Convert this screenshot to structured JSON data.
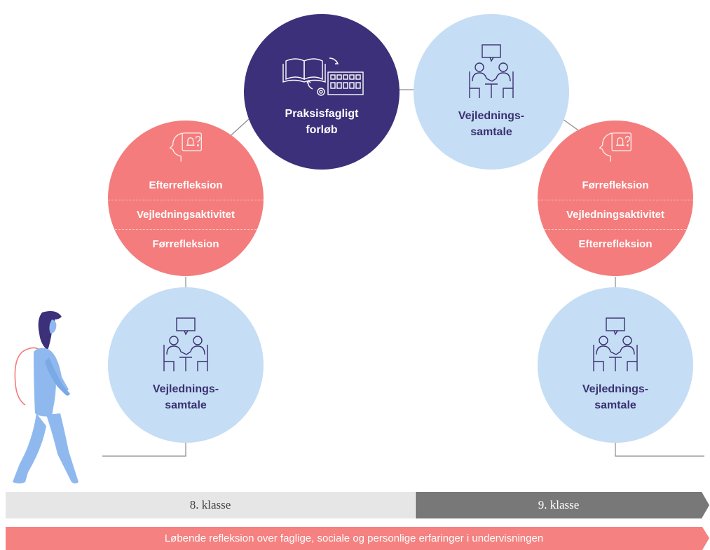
{
  "circles": {
    "praksis": {
      "label": "Praksisfagligt\nforløb",
      "icon": "book-school-cycle-icon"
    },
    "samtale_top": {
      "label": "Vejlednings-\nsamtale",
      "icon": "conversation-icon"
    },
    "samtale_left": {
      "label": "Vejlednings-\nsamtale",
      "icon": "conversation-icon"
    },
    "samtale_right": {
      "label": "Vejlednings-\nsamtale",
      "icon": "conversation-icon"
    },
    "refleksion_left": {
      "icon": "reflection-head-icon",
      "rows": [
        "Efterrefleksion",
        "Vejledningsaktivitet",
        "Førrefleksion"
      ]
    },
    "refleksion_right": {
      "icon": "reflection-head-icon",
      "rows": [
        "Førrefleksion",
        "Vejledningsaktivitet",
        "Efterrefleksion"
      ]
    }
  },
  "timeline": {
    "grade8": "8. klasse",
    "grade9": "9. klasse",
    "ongoing": "Løbende refleksion over faglige, sociale og personlige erfaringer i undervisningen"
  },
  "colors": {
    "navy": "#3b3079",
    "light_blue": "#c5ddf5",
    "coral": "#f47c7c",
    "gray_light": "#e6e6e6",
    "gray_dark": "#787878",
    "bar_red": "#f58181"
  },
  "figure": {
    "icon": "walking-student-icon"
  }
}
